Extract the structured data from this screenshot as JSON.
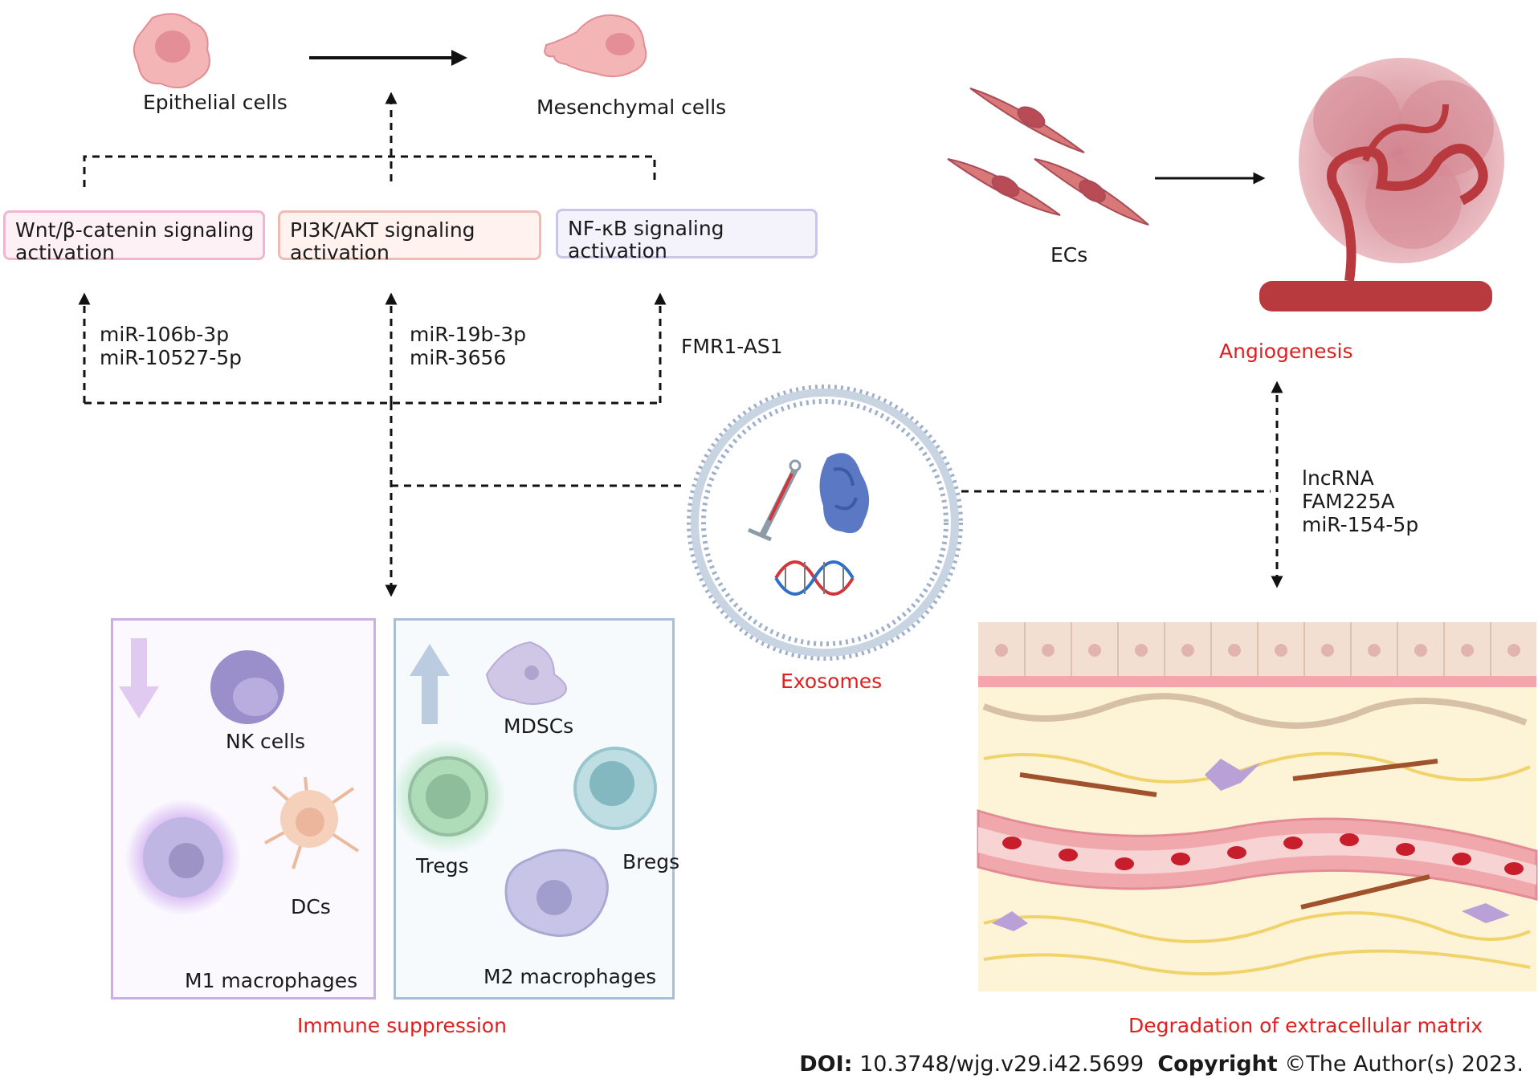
{
  "emt": {
    "epithelial_label": "Epithelial cells",
    "mesenchymal_label": "Mesenchymal cells"
  },
  "pathways": {
    "wnt": {
      "line1": "Wnt/β-catenin signaling",
      "line2": "activation"
    },
    "pi3k": {
      "line1": "PI3K/AKT signaling",
      "line2": "activation"
    },
    "nfkb": {
      "line1": "NF-κB signaling",
      "line2": "activation"
    }
  },
  "mediators": {
    "wnt": [
      "miR-106b-3p",
      "miR-10527-5p"
    ],
    "pi3k": [
      "miR-19b-3p",
      "miR-3656"
    ],
    "nfkb": [
      "FMR1-AS1"
    ],
    "ecm": [
      "lncRNA",
      "FAM225A",
      "miR-154-5p"
    ]
  },
  "angiogenesis": {
    "ecs_label": "ECs",
    "title": "Angiogenesis"
  },
  "exosome": {
    "label": "Exosomes"
  },
  "immune": {
    "title": "Immune suppression",
    "down_panel": [
      "NK cells",
      "DCs",
      "M1 macrophages"
    ],
    "up_panel": [
      "MDSCs",
      "Tregs",
      "Bregs",
      "M2 macrophages"
    ]
  },
  "ecm": {
    "title": "Degradation of extracellular matrix"
  },
  "footer": {
    "doi_label": "DOI:",
    "doi_value": "10.3748/wjg.v29.i42.5699",
    "copyright_label": "Copyright",
    "copyright_value": "©The Author(s) 2023."
  },
  "colors": {
    "highlight_red": "#e02020",
    "wnt_box": "#f1b6cf",
    "pi3k_box": "#efbcb5",
    "nfkb_box": "#c8c6ea",
    "down_panel": "#cdb0e3",
    "up_panel": "#a9bfd8"
  }
}
